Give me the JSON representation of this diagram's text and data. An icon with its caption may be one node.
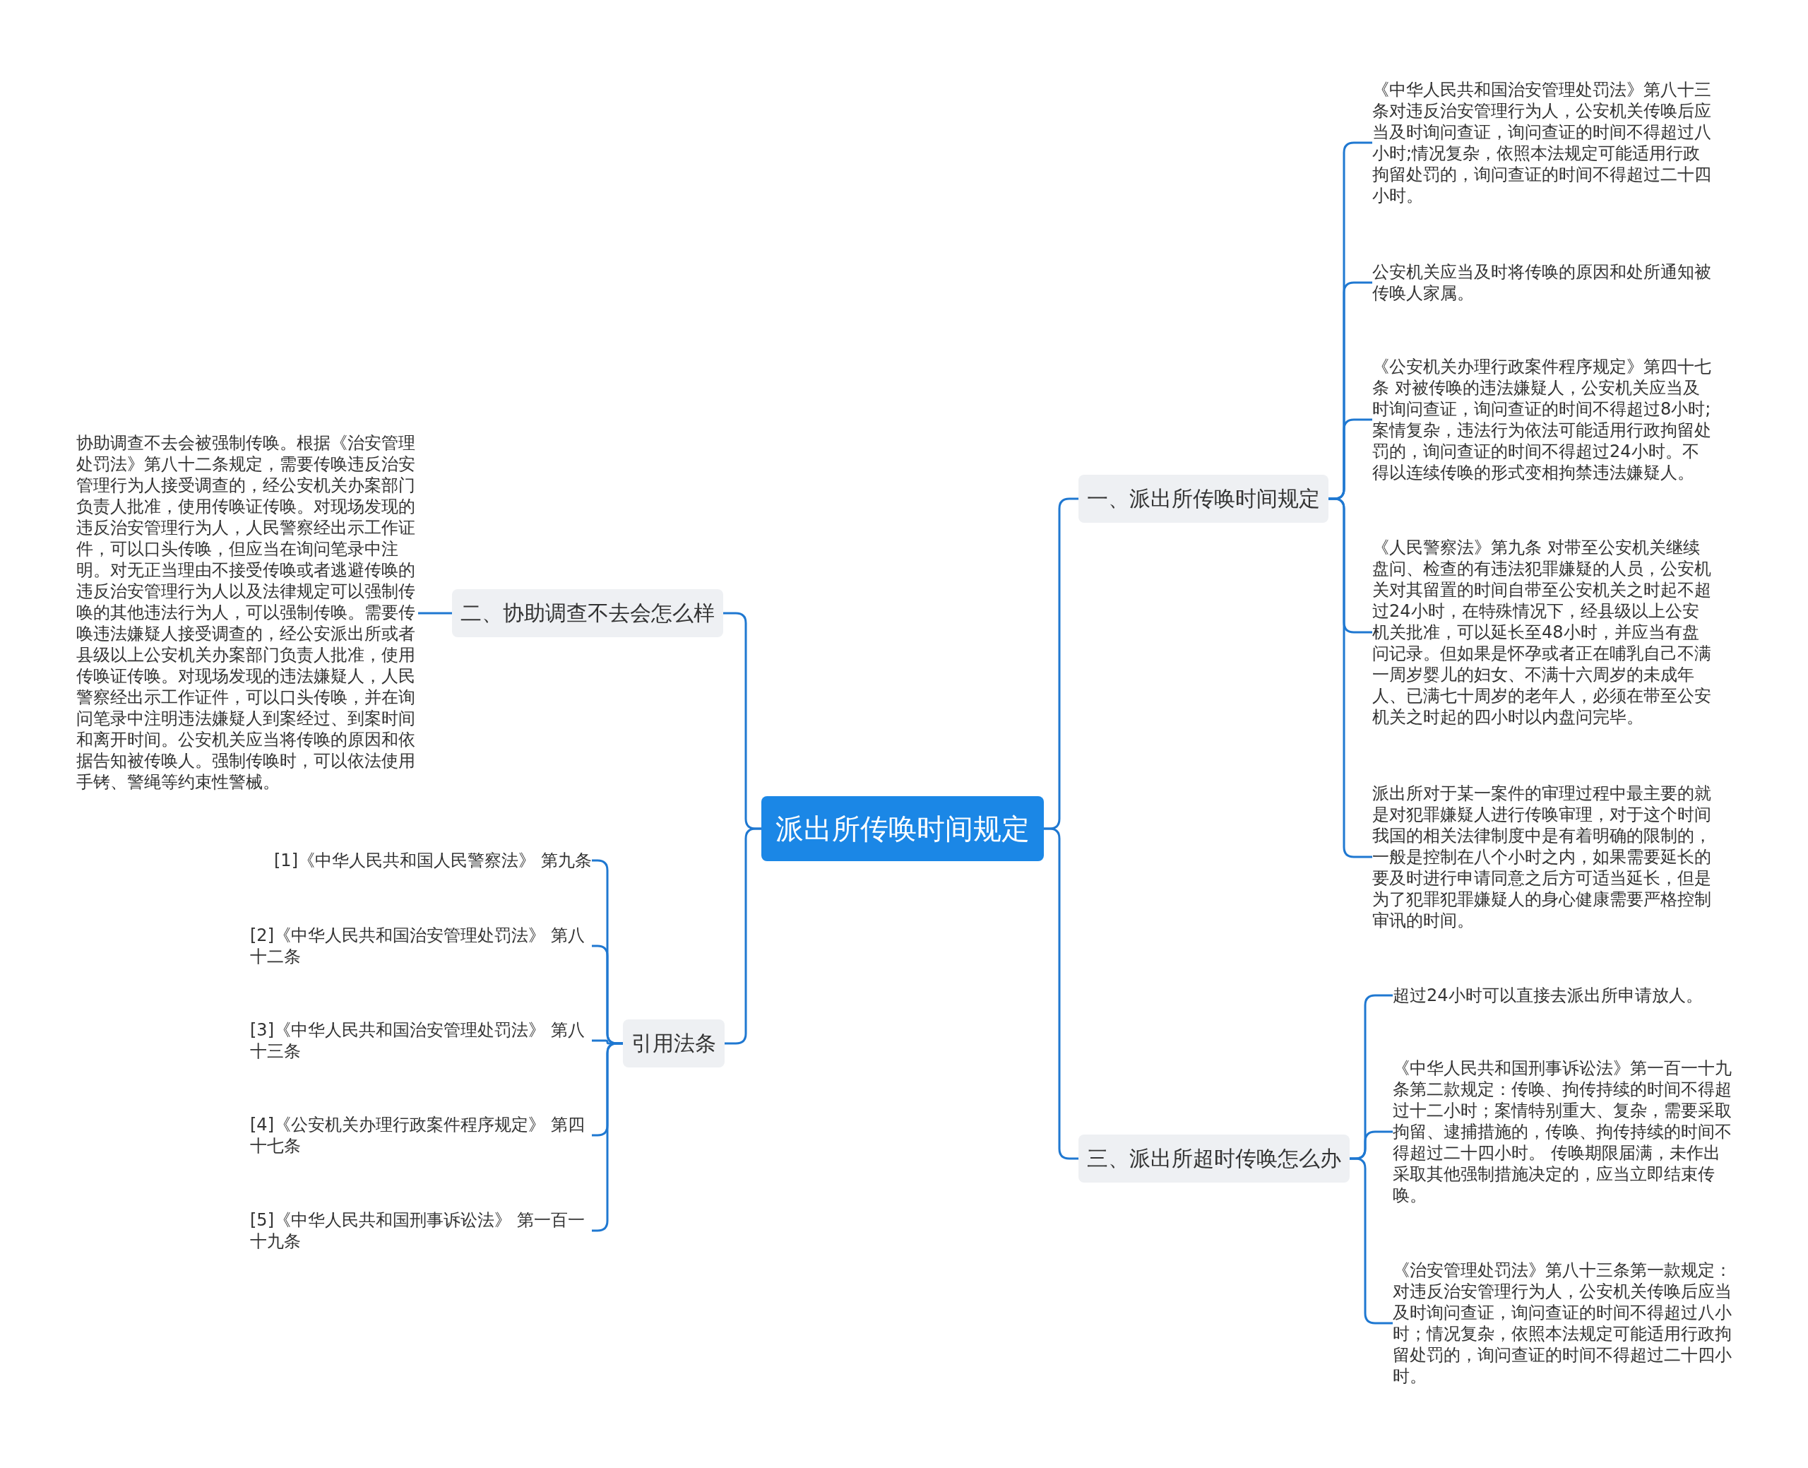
{
  "diagram": {
    "nodes": [
      {
        "text": [
          "派出所传唤时间规定"
        ]
      },
      {
        "text": [
          "一、派出所传唤时间规定"
        ]
      },
      {
        "text": [
          "《中华人民共和国治安管理处罚法》第八十三条对违反治安管理行为人，公安机关传唤后应当及时询问查证，询问查证的时间不得超过八小时;情况复杂，依照本法规定可能适用行政拘留处罚的，询问查证的时间不得超过二十四小时。"
        ]
      },
      {
        "text": [
          "公安机关应当及时将传唤的原因和处所通知被传唤人家属。"
        ]
      },
      {
        "text": [
          "《公安机关办理行政案件程序规定》第四十七条 对被传唤的违法嫌疑人，公安机关应当及时询问查证，询问查证的时间不得超过8小时;案情复杂，违法行为依法可能适用行政拘留处罚的，询问查证的时间不得超过24小时。不得以连续传唤的形式变相拘禁违法嫌疑人。"
        ]
      },
      {
        "text": [
          "《人民警察法》第九条 对带至公安机关继续盘问、检查的有违法犯罪嫌疑的人员，公安机关对其留置的时间自带至公安机关之时起不超过24小时，在特殊情况下，经县级以上公安机关批准，可以延长至48小时，并应当有盘问记录。但如果是怀孕或者正在哺乳自己不满一周岁婴儿的妇女、不满十六周岁的未成年人、已满七十周岁的老年人，必须在带至公安机关之时起的四小时以内盘问完毕。"
        ]
      },
      {
        "text": [
          "派出所对于某一案件的审理过程中最主要的就是对犯罪嫌疑人进行传唤审理，对于这个时间我国的相关法律制度中是有着明确的限制的，一般是控制在八个小时之内，如果需要延长的要及时进行申请同意之后方可适当延长，但是为了犯罪犯罪嫌疑人的身心健康需要严格控制审讯的时间。"
        ]
      },
      {
        "text": [
          "三、派出所超时传唤怎么办"
        ]
      },
      {
        "text": [
          "超过24小时可以直接去派出所申请放人。"
        ]
      },
      {
        "text": [
          "《中华人民共和国刑事诉讼法》第一百一十九条第二款规定：传唤、拘传持续的时间不得超过十二小时；案情特别重大、复杂，需要采取拘留、逮捕措施的，传唤、拘传持续的时间不得超过二十四小时。 传唤期限届满，未作出采取其他强制措施决定的，应当立即结束传唤。"
        ]
      },
      {
        "text": [
          "《治安管理处罚法》第八十三条第一款规定：对违反治安管理行为人，公安机关传唤后应当及时询问查证，询问查证的时间不得超过八小时；情况复杂，依照本法规定可能适用行政拘留处罚的，询问查证的时间不得超过二十四小时。"
        ]
      },
      {
        "text": [
          "二、协助调查不去会怎么样"
        ]
      },
      {
        "text": [
          "协助调查不去会被强制传唤。根据《治安管理处罚法》第八十二条规定，需要传唤违反治安管理行为人接受调查的，经公安机关办案部门负责人批准，使用传唤证传唤。对现场发现的违反治安管理行为人，人民警察经出示工作证件，可以口头传唤，但应当在询问笔录中注明。对无正当理由不接受传唤或者逃避传唤的违反治安管理行为人以及法律规定可以强制传唤的其他违法行为人，可以强制传唤。需要传唤违法嫌疑人接受调查的，经公安派出所或者县级以上公安机关办案部门负责人批准，使用传唤证传唤。对现场发现的违法嫌疑人，人民警察经出示工作证件，可以口头传唤，并在询问笔录中注明违法嫌疑人到案经过、到案时间和离开时间。公安机关应当将传唤的原因和依据告知被传唤人。强制传唤时，可以依法使用手铐、警绳等约束性警械。"
        ]
      },
      {
        "text": [
          "引用法条"
        ]
      },
      {
        "text": [
          "[1]《中华人民共和国人民警察法》 第九条"
        ]
      },
      {
        "text": [
          "[2]《中华人民共和国治安管理处罚法》 第八十二条"
        ]
      },
      {
        "text": [
          "[3]《中华人民共和国治安管理处罚法》 第八十三条"
        ]
      },
      {
        "text": [
          "[4]《公安机关办理行政案件程序规定》 第四十七条"
        ]
      },
      {
        "text": [
          "[5]《中华人民共和国刑事诉讼法》 第一百一十九条"
        ]
      }
    ],
    "edges": [
      {
        "from": 0,
        "to": 1,
        "arrow": "none"
      },
      {
        "from": 1,
        "to": 2,
        "arrow": "none"
      },
      {
        "from": 1,
        "to": 3,
        "arrow": "none"
      },
      {
        "from": 1,
        "to": 4,
        "arrow": "none"
      },
      {
        "from": 1,
        "to": 5,
        "arrow": "none"
      },
      {
        "from": 1,
        "to": 6,
        "arrow": "none"
      },
      {
        "from": 0,
        "to": 7,
        "arrow": "none"
      },
      {
        "from": 7,
        "to": 8,
        "arrow": "none"
      },
      {
        "from": 7,
        "to": 9,
        "arrow": "none"
      },
      {
        "from": 7,
        "to": 10,
        "arrow": "none"
      },
      {
        "from": 0,
        "to": 11,
        "arrow": "none"
      },
      {
        "from": 11,
        "to": 12,
        "arrow": "none"
      },
      {
        "from": 0,
        "to": 13,
        "arrow": "none"
      },
      {
        "from": 13,
        "to": 14,
        "arrow": "none"
      },
      {
        "from": 13,
        "to": 15,
        "arrow": "none"
      },
      {
        "from": 13,
        "to": 16,
        "arrow": "none"
      },
      {
        "from": 13,
        "to": 17,
        "arrow": "none"
      },
      {
        "from": 13,
        "to": 18,
        "arrow": "none"
      }
    ]
  }
}
